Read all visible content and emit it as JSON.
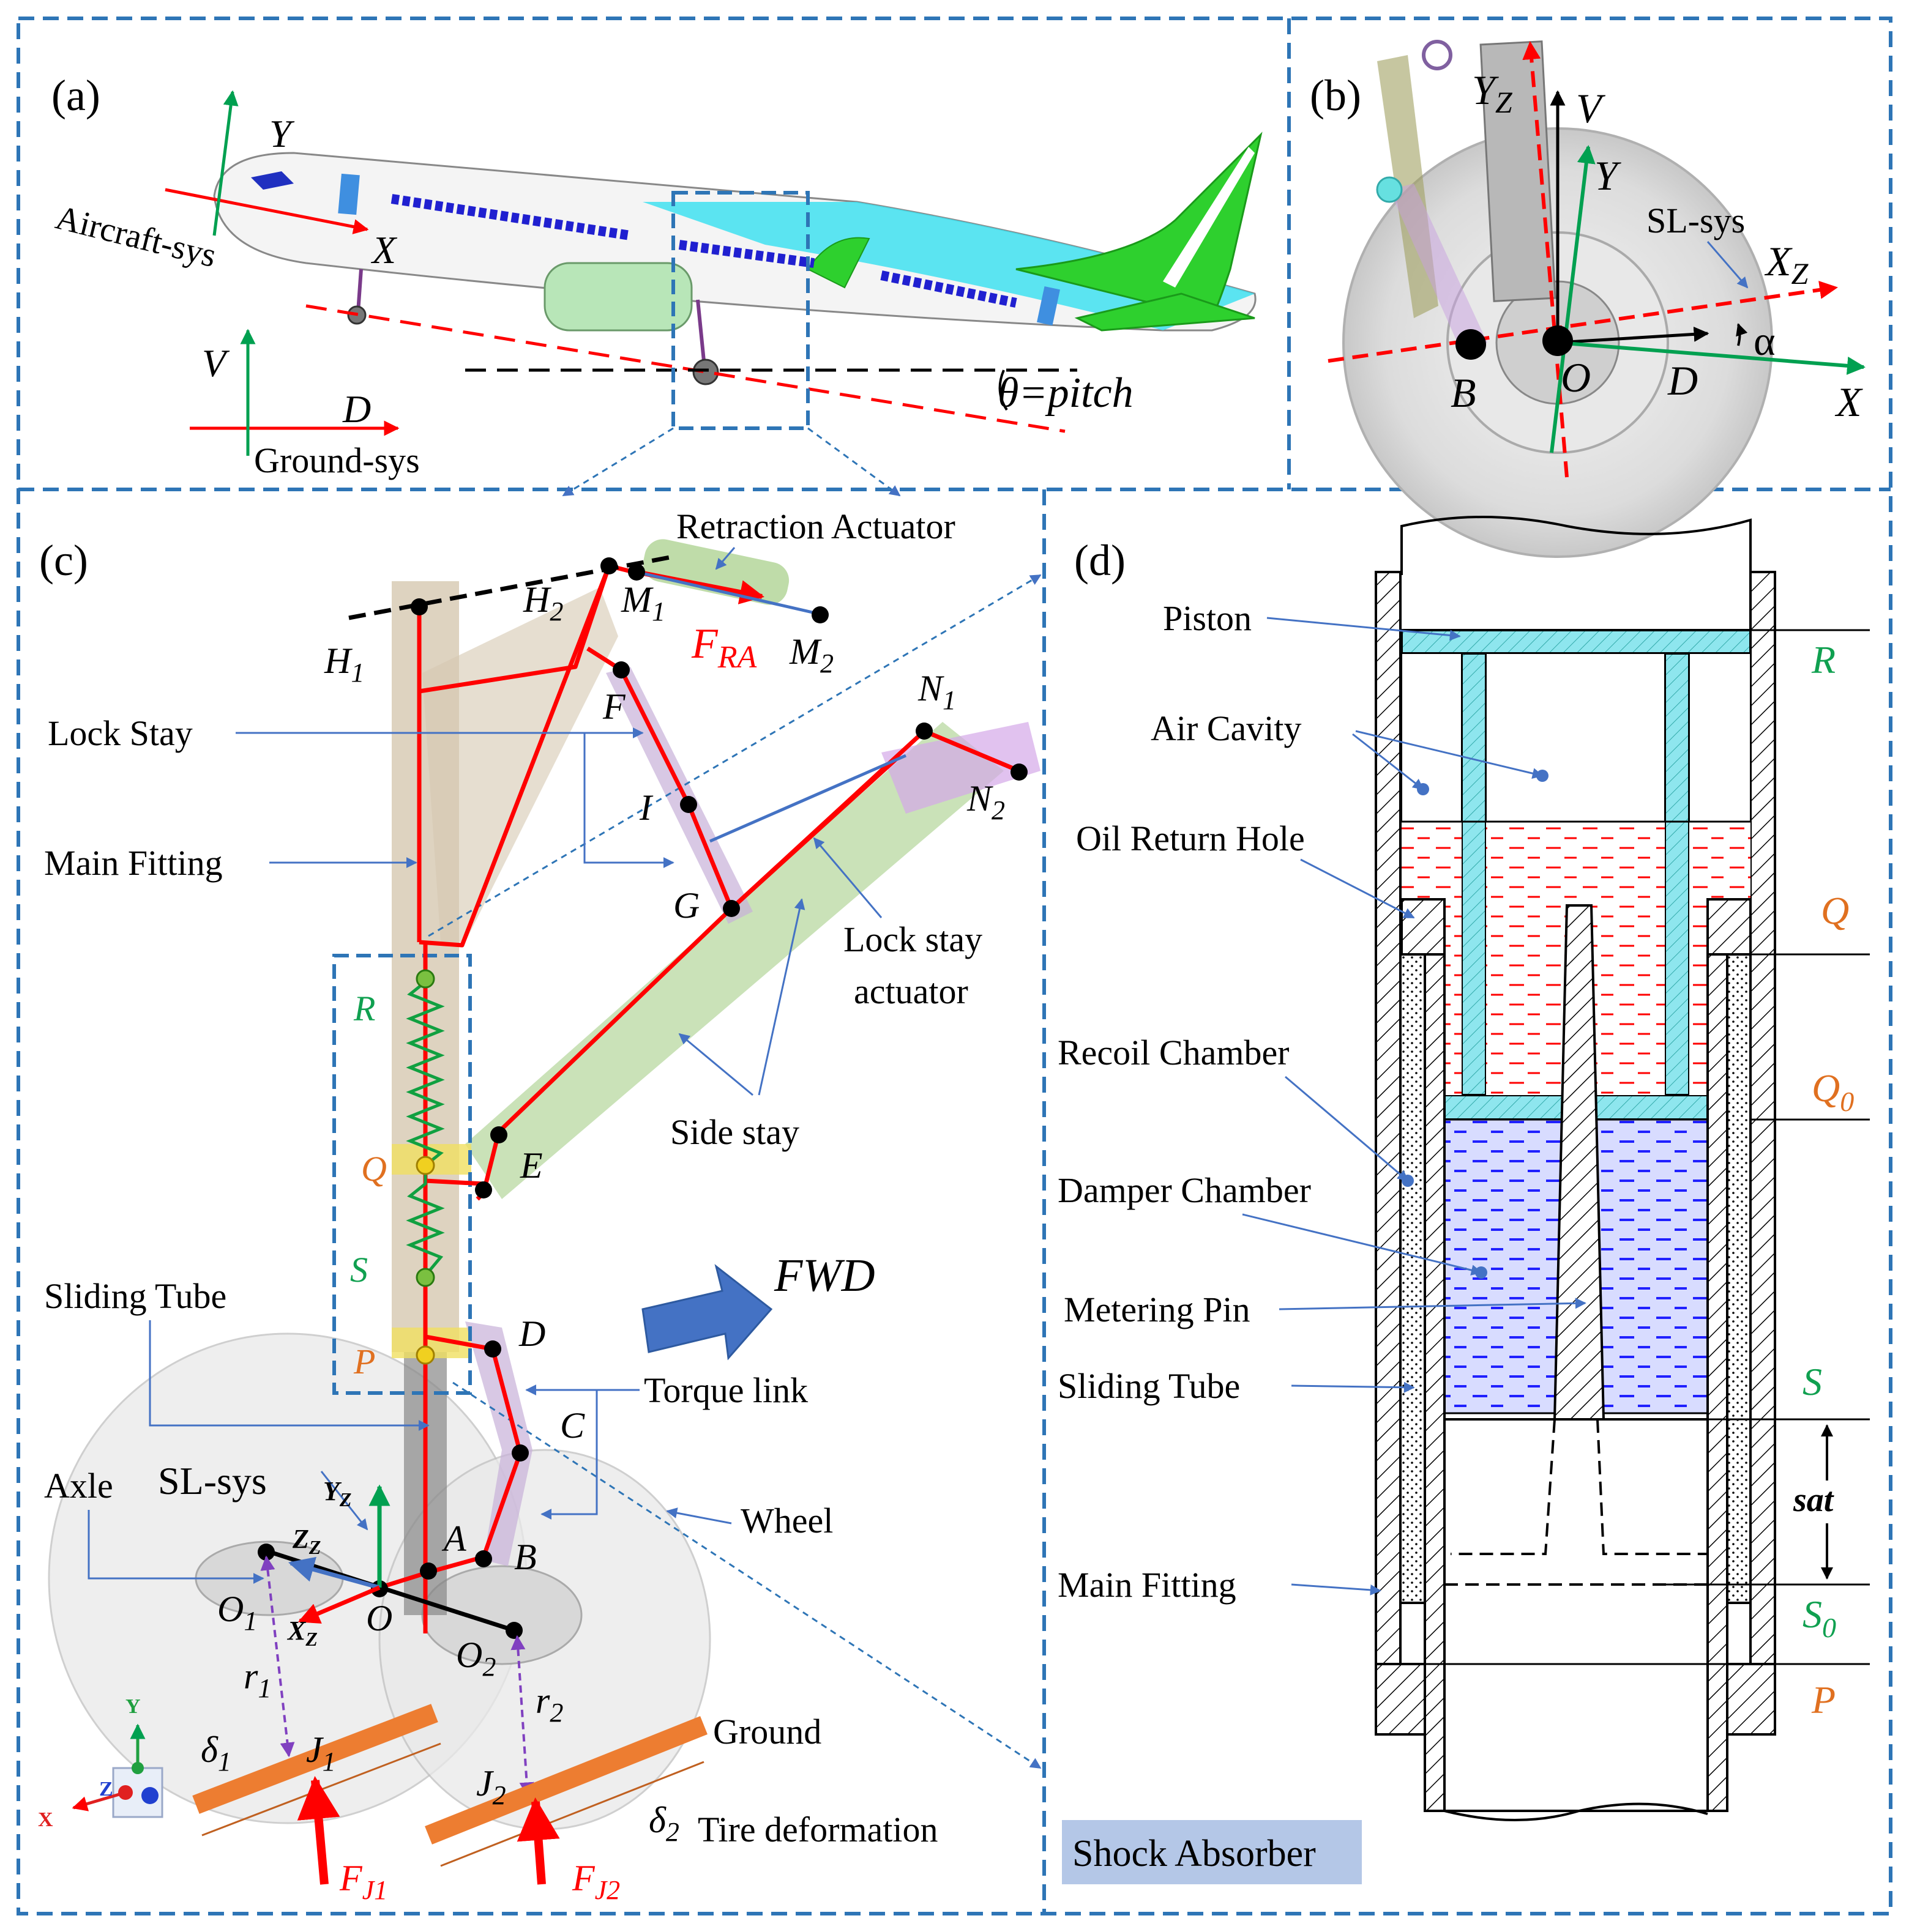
{
  "panels": {
    "a": "(a)",
    "b": "(b)",
    "c": "(c)",
    "d": "(d)"
  },
  "panel_a": {
    "aircraft_sys": "Aircraft-sys",
    "ground_sys": "Ground-sys",
    "Y": "Y",
    "X": "X",
    "V": "V",
    "D": "D",
    "pitch": "θ=pitch"
  },
  "panel_b": {
    "Yz": "Y",
    "Yz_sub": "Z",
    "V": "V",
    "Y": "Y",
    "sl_sys": "SL-sys",
    "Xz": "X",
    "Xz_sub": "Z",
    "alpha": "α",
    "B": "B",
    "O": "O",
    "D": "D",
    "X": "X"
  },
  "panel_c": {
    "retraction_actuator": "Retraction Actuator",
    "H1": "H",
    "H1_sub": "1",
    "H2": "H",
    "H2_sub": "2",
    "M1": "M",
    "M1_sub": "1",
    "M2": "M",
    "M2_sub": "2",
    "F_RA": "F",
    "F_RA_sub": "RA",
    "lock_stay": "Lock Stay",
    "F": "F",
    "N1": "N",
    "N1_sub": "1",
    "N2": "N",
    "N2_sub": "2",
    "main_fitting": "Main Fitting",
    "I": "I",
    "G": "G",
    "lock_stay_actuator_1": "Lock stay",
    "lock_stay_actuator_2": "actuator",
    "R": "R",
    "Q": "Q",
    "S": "S",
    "P": "P",
    "E": "E",
    "side_stay": "Side stay",
    "FWD": "FWD",
    "sliding_tube": "Sliding Tube",
    "D": "D",
    "torque_link": "Torque link",
    "C": "C",
    "axle": "Axle",
    "sl_sys": "SL-sys",
    "Yz": "Y",
    "Yz_sub": "Z",
    "Zz": "Z",
    "Zz_sub": "Z",
    "Xz": "X",
    "Xz_sub": "Z",
    "A": "A",
    "B": "B",
    "wheel": "Wheel",
    "O1": "O",
    "O1_sub": "1",
    "O": "O",
    "O2": "O",
    "O2_sub": "2",
    "r1": "r",
    "r1_sub": "1",
    "r2": "r",
    "r2_sub": "2",
    "delta1": "δ",
    "delta1_sub": "1",
    "J1": "J",
    "J1_sub": "1",
    "J2": "J",
    "J2_sub": "2",
    "ground": "Ground",
    "delta2": "δ",
    "delta2_sub": "2",
    "tire_deformation": "Tire deformation",
    "FJ1": "F",
    "FJ1_sub": "J1",
    "FJ2": "F",
    "FJ2_sub": "J2",
    "triad_y": "Y",
    "triad_z": "Z",
    "triad_x": "X"
  },
  "panel_d": {
    "piston": "Piston",
    "R": "R",
    "air_cavity": "Air Cavity",
    "oil_return_hole": "Oil Return Hole",
    "Q": "Q",
    "Q0": "Q",
    "Q0_sub": "0",
    "recoil_chamber": "Recoil Chamber",
    "damper_chamber": "Damper Chamber",
    "metering_pin": "Metering Pin",
    "sliding_tube": "Sliding Tube",
    "S": "S",
    "sat": "sat",
    "main_fitting": "Main Fitting",
    "S0": "S",
    "S0_sub": "0",
    "P": "P",
    "shock_absorber": "Shock Absorber"
  },
  "colors": {
    "frame_blue": "#2e75b6",
    "red": "#ff0000",
    "green": "#00a050",
    "orange": "#e07020",
    "cyan_oil": "#7fe0e8",
    "blue_oil": "#3030ff",
    "shock_label_bg": "#b4c7e7"
  }
}
